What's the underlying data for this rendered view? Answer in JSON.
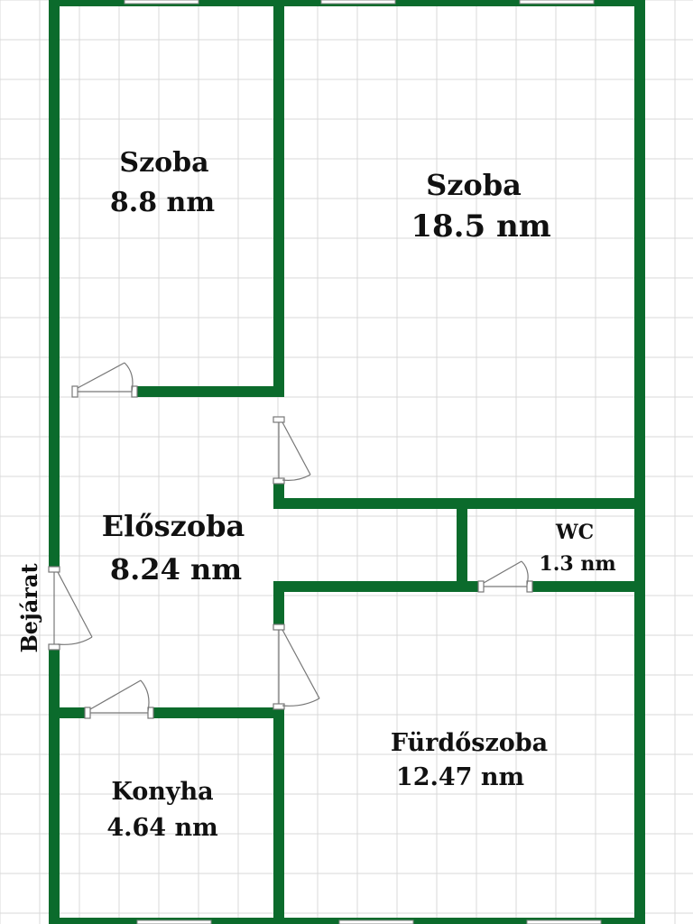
{
  "plan": {
    "wall_color": "#0b6b2c",
    "grid_color": "#d9d9d9",
    "background_color": "#ffffff"
  },
  "rooms": {
    "szoba_small": {
      "name": "Szoba",
      "area": "8.8 nm"
    },
    "szoba_large": {
      "name": "Szoba",
      "area": "18.5 nm"
    },
    "eloszoba": {
      "name": "Előszoba",
      "area": "8.24 nm"
    },
    "wc": {
      "name": "WC",
      "area": "1.3 nm"
    },
    "konyha": {
      "name": "Konyha",
      "area": "4.64 nm"
    },
    "furdoszoba": {
      "name": "Fürdőszoba",
      "area": "12.47 nm"
    }
  },
  "entrance": {
    "label": "Bejárat"
  }
}
